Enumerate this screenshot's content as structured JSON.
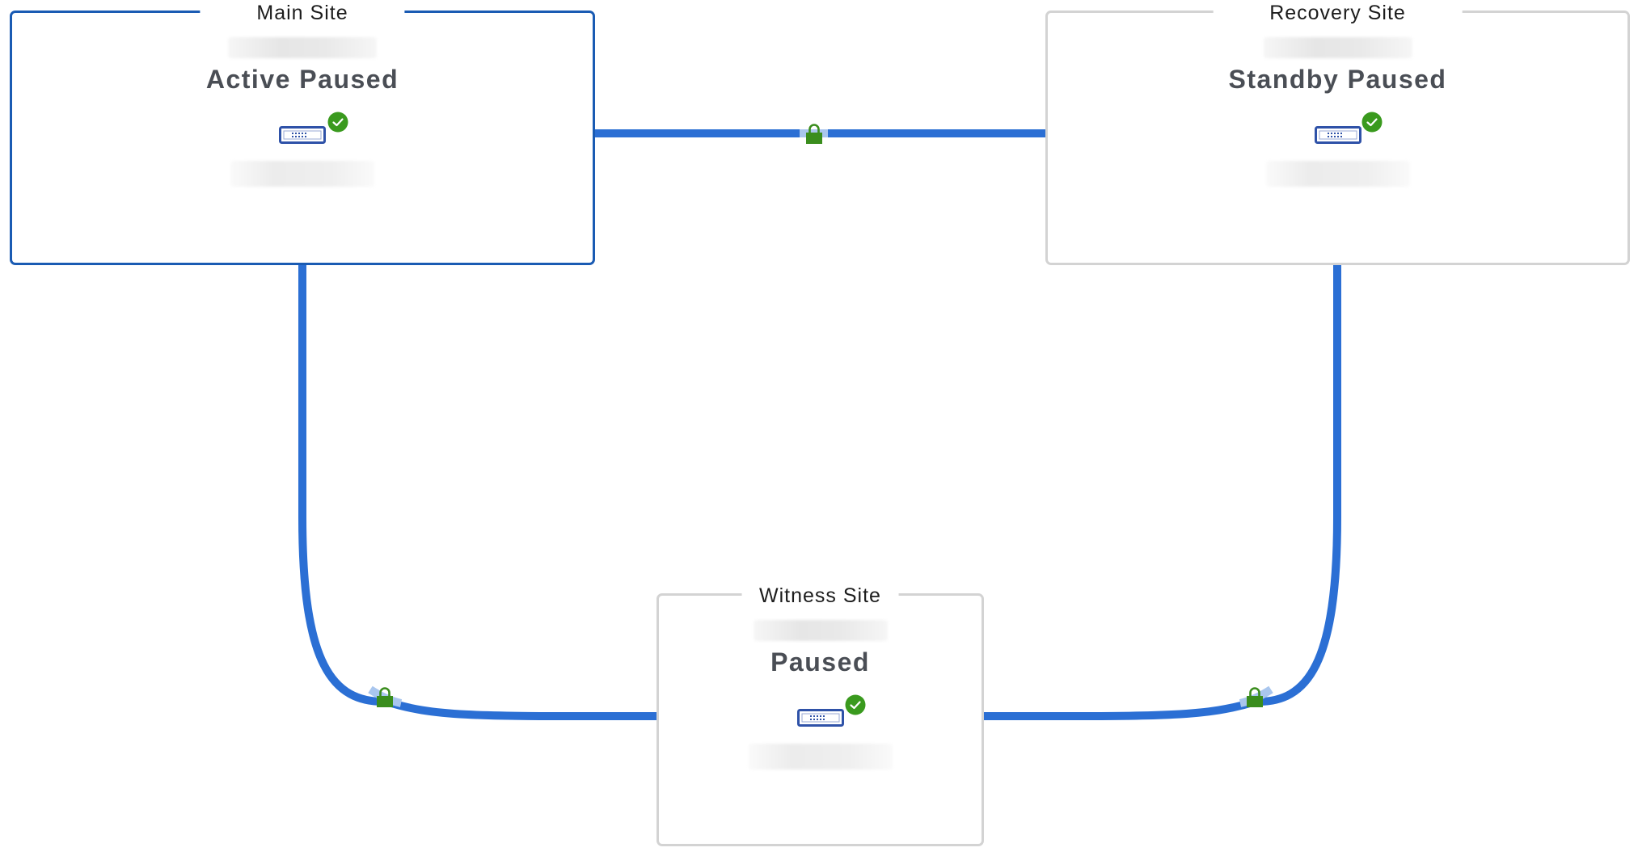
{
  "sites": {
    "main": {
      "title": "Main Site",
      "status": "Active Paused",
      "selected": true
    },
    "recovery": {
      "title": "Recovery Site",
      "status": "Standby Paused",
      "selected": false
    },
    "witness": {
      "title": "Witness Site",
      "status": "Paused",
      "selected": false
    }
  },
  "icons": {
    "device": "storage-appliance-icon",
    "health": "check-circle-icon",
    "link_lock": "lock-icon"
  },
  "colors": {
    "link": "#2b6fd4",
    "link_highlight": "#a9c6ee",
    "selected_border": "#1a5bb3",
    "box_border": "#d3d3d3",
    "health_ok": "#3a9a1e",
    "lock": "#3a8d1d",
    "status_text": "#4a4e55"
  }
}
